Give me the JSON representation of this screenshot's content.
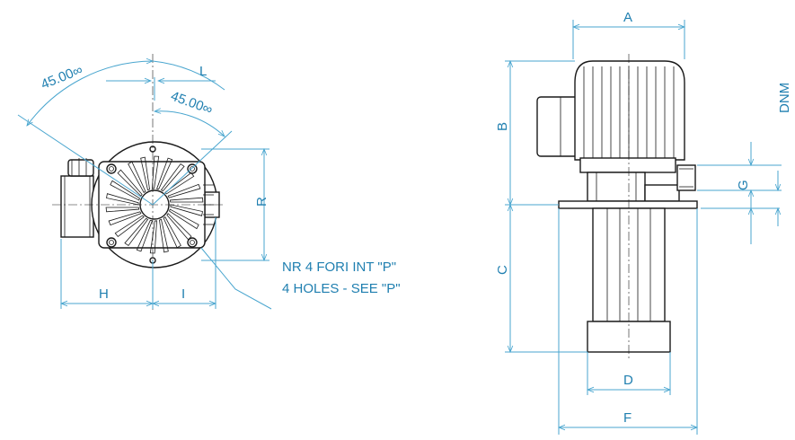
{
  "palette": {
    "dimension": "#4aa6cf",
    "dimension_text": "#1f7fb0",
    "outline": "#1a1a1a",
    "background": "#ffffff"
  },
  "front_view": {
    "angle_outer": "45.00∞",
    "angle_inner": "45.00∞",
    "dim_L": "L",
    "dim_R": "R",
    "dim_H": "H",
    "dim_I": "I",
    "note_line1": "NR 4 FORI INT \"P\"",
    "note_line2": "4 HOLES - SEE \"P\""
  },
  "side_view": {
    "dim_A": "A",
    "dim_B": "B",
    "dim_C": "C",
    "dim_D": "D",
    "dim_F": "F",
    "dim_G": "G",
    "dim_DNM": "DNM"
  }
}
